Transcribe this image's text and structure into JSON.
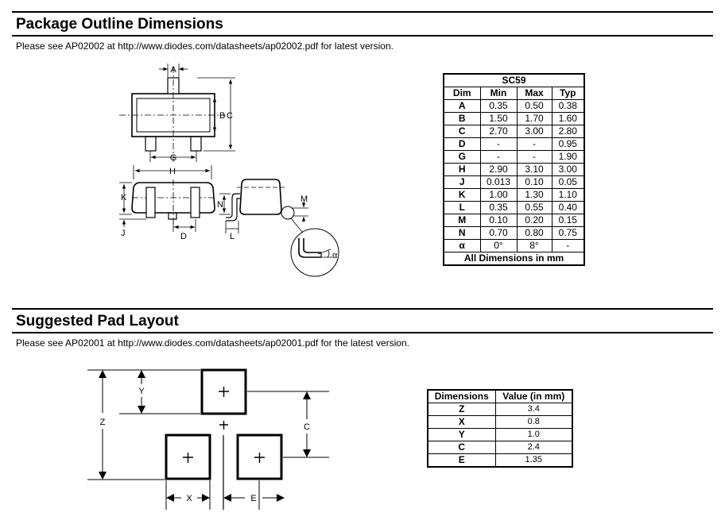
{
  "package": {
    "title": "Package Outline Dimensions",
    "note": "Please see AP02002 at http://www.diodes.com/datasheets/ap02002.pdf for latest version.",
    "drawing_labels": {
      "A": "A",
      "B": "B",
      "C": "C",
      "G": "G",
      "H": "H",
      "K": "K",
      "J": "J",
      "D": "D",
      "N": "N",
      "L": "L",
      "M": "M",
      "alpha": "α"
    },
    "table": {
      "caption": "SC59",
      "headers": [
        "Dim",
        "Min",
        "Max",
        "Typ"
      ],
      "rows": [
        [
          "A",
          "0.35",
          "0.50",
          "0.38"
        ],
        [
          "B",
          "1.50",
          "1.70",
          "1.60"
        ],
        [
          "C",
          "2.70",
          "3.00",
          "2.80"
        ],
        [
          "D",
          "-",
          "-",
          "0.95"
        ],
        [
          "G",
          "-",
          "-",
          "1.90"
        ],
        [
          "H",
          "2.90",
          "3.10",
          "3.00"
        ],
        [
          "J",
          "0.013",
          "0.10",
          "0.05"
        ],
        [
          "K",
          "1.00",
          "1.30",
          "1.10"
        ],
        [
          "L",
          "0.35",
          "0.55",
          "0.40"
        ],
        [
          "M",
          "0.10",
          "0.20",
          "0.15"
        ],
        [
          "N",
          "0.70",
          "0.80",
          "0.75"
        ],
        [
          "α",
          "0°",
          "8°",
          "-"
        ]
      ],
      "footer": "All Dimensions in mm"
    }
  },
  "pad": {
    "title": "Suggested Pad Layout",
    "note": "Please see AP02001 at http://www.diodes.com/datasheets/ap02001.pdf for the latest version.",
    "drawing_labels": {
      "Y": "Y",
      "Z": "Z",
      "C": "C",
      "X": "X",
      "E": "E"
    },
    "table": {
      "headers": [
        "Dimensions",
        "Value (in mm)"
      ],
      "rows": [
        [
          "Z",
          "3.4"
        ],
        [
          "X",
          "0.8"
        ],
        [
          "Y",
          "1.0"
        ],
        [
          "C",
          "2.4"
        ],
        [
          "E",
          "1.35"
        ]
      ]
    }
  }
}
